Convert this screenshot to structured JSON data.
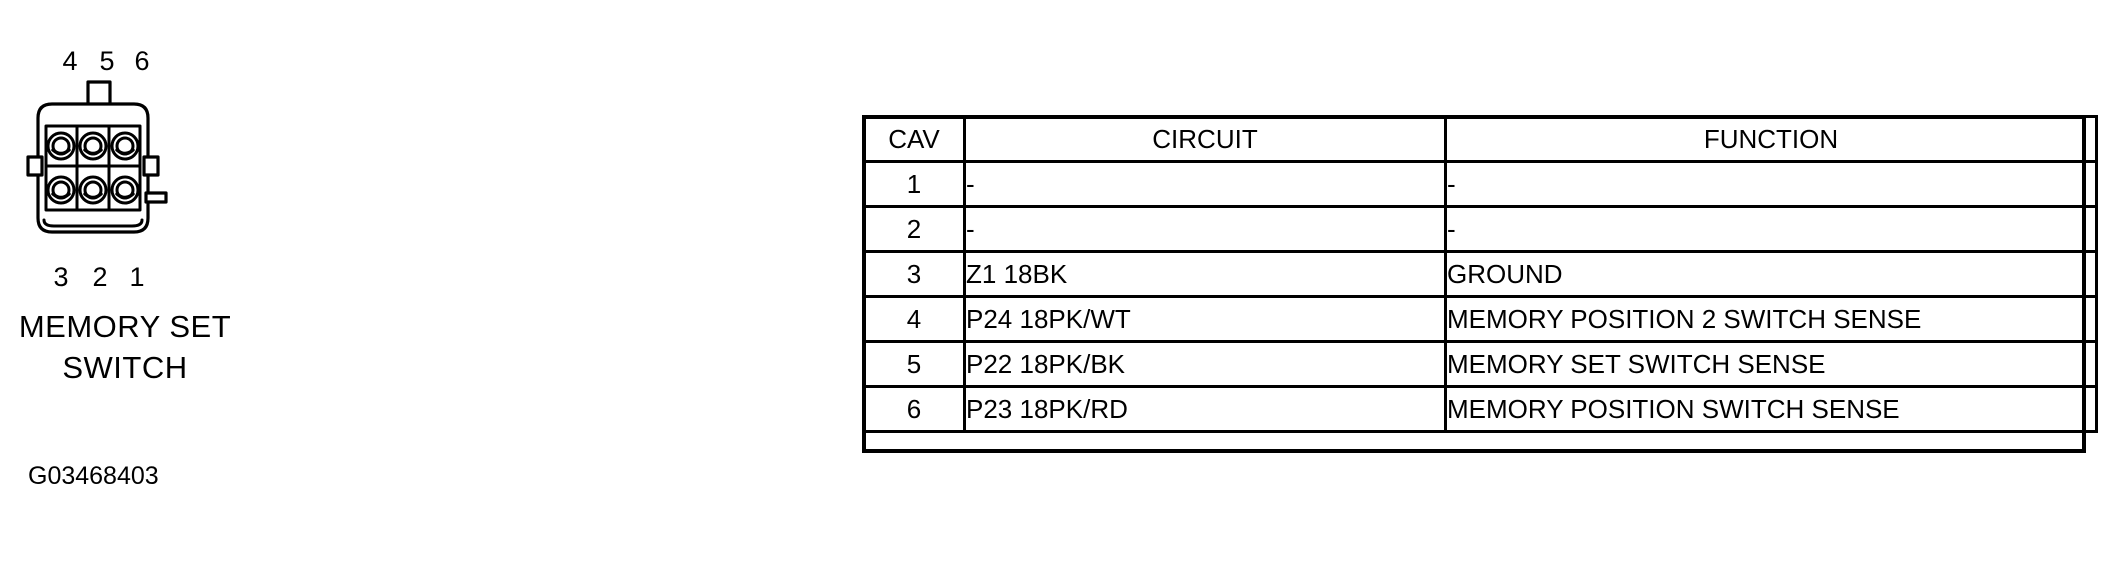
{
  "figure": {
    "id_label": "G03468403",
    "caption_line_1": "MEMORY SET",
    "caption_line_2": "SWITCH",
    "connector": {
      "type": "6-cavity-connector-face-view",
      "top_pin_numbers": [
        "4",
        "5",
        "6"
      ],
      "bottom_pin_numbers": [
        "3",
        "2",
        "1"
      ],
      "cavity_count": 6
    }
  },
  "table": {
    "headers": {
      "cav": "CAV",
      "circuit": "CIRCUIT",
      "function": "FUNCTION"
    },
    "rows": [
      {
        "cav": "1",
        "circuit": "-",
        "function": "-"
      },
      {
        "cav": "2",
        "circuit": "-",
        "function": "-"
      },
      {
        "cav": "3",
        "circuit": "Z1 18BK",
        "function": "GROUND"
      },
      {
        "cav": "4",
        "circuit": "P24 18PK/WT",
        "function": "MEMORY POSITION 2 SWITCH SENSE"
      },
      {
        "cav": "5",
        "circuit": "P22 18PK/BK",
        "function": "MEMORY SET SWITCH SENSE"
      },
      {
        "cav": "6",
        "circuit": "P23 18PK/RD",
        "function": "MEMORY POSITION SWITCH SENSE"
      }
    ]
  },
  "colors": {
    "ink": "#000000",
    "background": "#ffffff"
  }
}
